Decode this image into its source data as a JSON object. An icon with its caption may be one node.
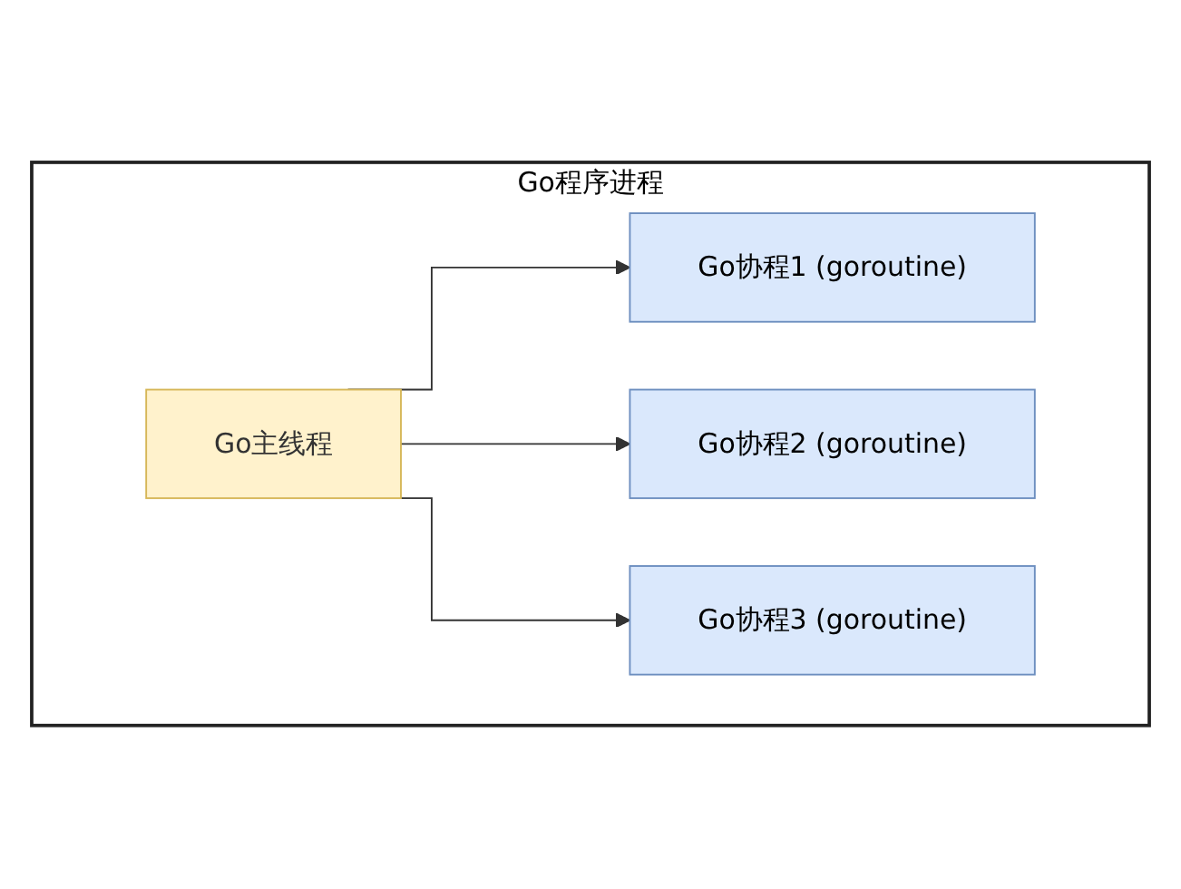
{
  "diagram": {
    "nodes": [
      {
        "text": [
          "Go程序进程"
        ]
      },
      {
        "text": [
          "Go主线程"
        ],
        "in": 0
      },
      {
        "text": [
          "Go协程1 (goroutine)"
        ],
        "in": 0
      },
      {
        "text": [
          "Go协程2 (goroutine)"
        ],
        "in": 0
      },
      {
        "text": [
          "Go协程3 (goroutine)"
        ],
        "in": 0
      }
    ],
    "edges": [
      {
        "from": 1,
        "to": 2,
        "arrow": "to"
      },
      {
        "from": 1,
        "to": 3,
        "arrow": "to"
      },
      {
        "from": 1,
        "to": 4,
        "arrow": "to"
      }
    ]
  }
}
